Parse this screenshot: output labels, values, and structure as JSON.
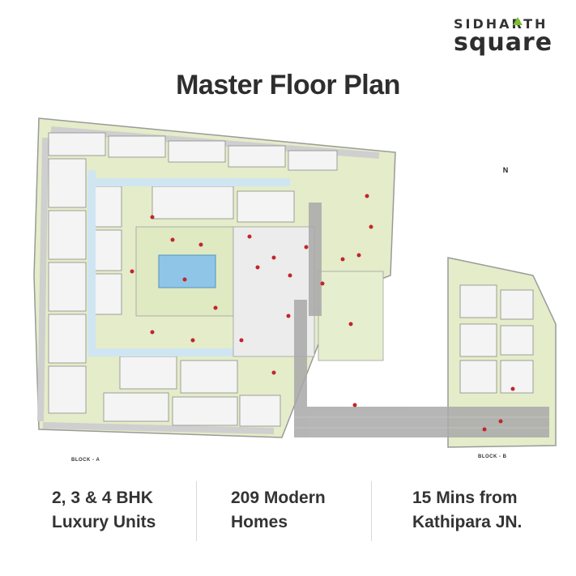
{
  "logo": {
    "top_text": "SIDHARTH",
    "bottom_text": "square",
    "accent_color": "#7cbf2f"
  },
  "title": "Master Floor Plan",
  "plan": {
    "north_label": "N",
    "block_a_label": "BLOCK - A",
    "block_b_label": "BLOCK - B",
    "colors": {
      "landscape": "#e4ecc9",
      "boundary": "#9a9a9a",
      "pool": "#8fc6e8",
      "corridor": "#cfe6f2",
      "paving": "#a9a9a9",
      "marker": "#c0262c"
    }
  },
  "stats": [
    {
      "line1": "2, 3 & 4 BHK",
      "line2": "Luxury Units"
    },
    {
      "line1": "209 Modern",
      "line2": "Homes"
    },
    {
      "line1": "15 Mins from",
      "line2": "Kathipara JN."
    }
  ]
}
